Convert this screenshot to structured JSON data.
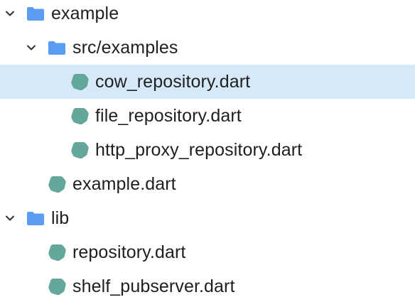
{
  "tree": {
    "items": [
      {
        "label": "example",
        "type": "folder",
        "expanded": true
      },
      {
        "label": "src/examples",
        "type": "folder",
        "expanded": true
      },
      {
        "label": "cow_repository.dart",
        "type": "dart-file",
        "selected": true
      },
      {
        "label": "file_repository.dart",
        "type": "dart-file"
      },
      {
        "label": "http_proxy_repository.dart",
        "type": "dart-file"
      },
      {
        "label": "example.dart",
        "type": "dart-file"
      },
      {
        "label": "lib",
        "type": "folder",
        "expanded": true
      },
      {
        "label": "repository.dart",
        "type": "dart-file"
      },
      {
        "label": "shelf_pubserver.dart",
        "type": "dart-file"
      }
    ]
  },
  "colors": {
    "folder": "#5b9cf5",
    "dart_file": "#63a79b",
    "selection": "#d6e9fb",
    "chevron": "#333333"
  },
  "icons": {
    "chevron": "chevron-down-icon",
    "folder": "folder-icon",
    "dart_file": "dart-file-icon"
  }
}
